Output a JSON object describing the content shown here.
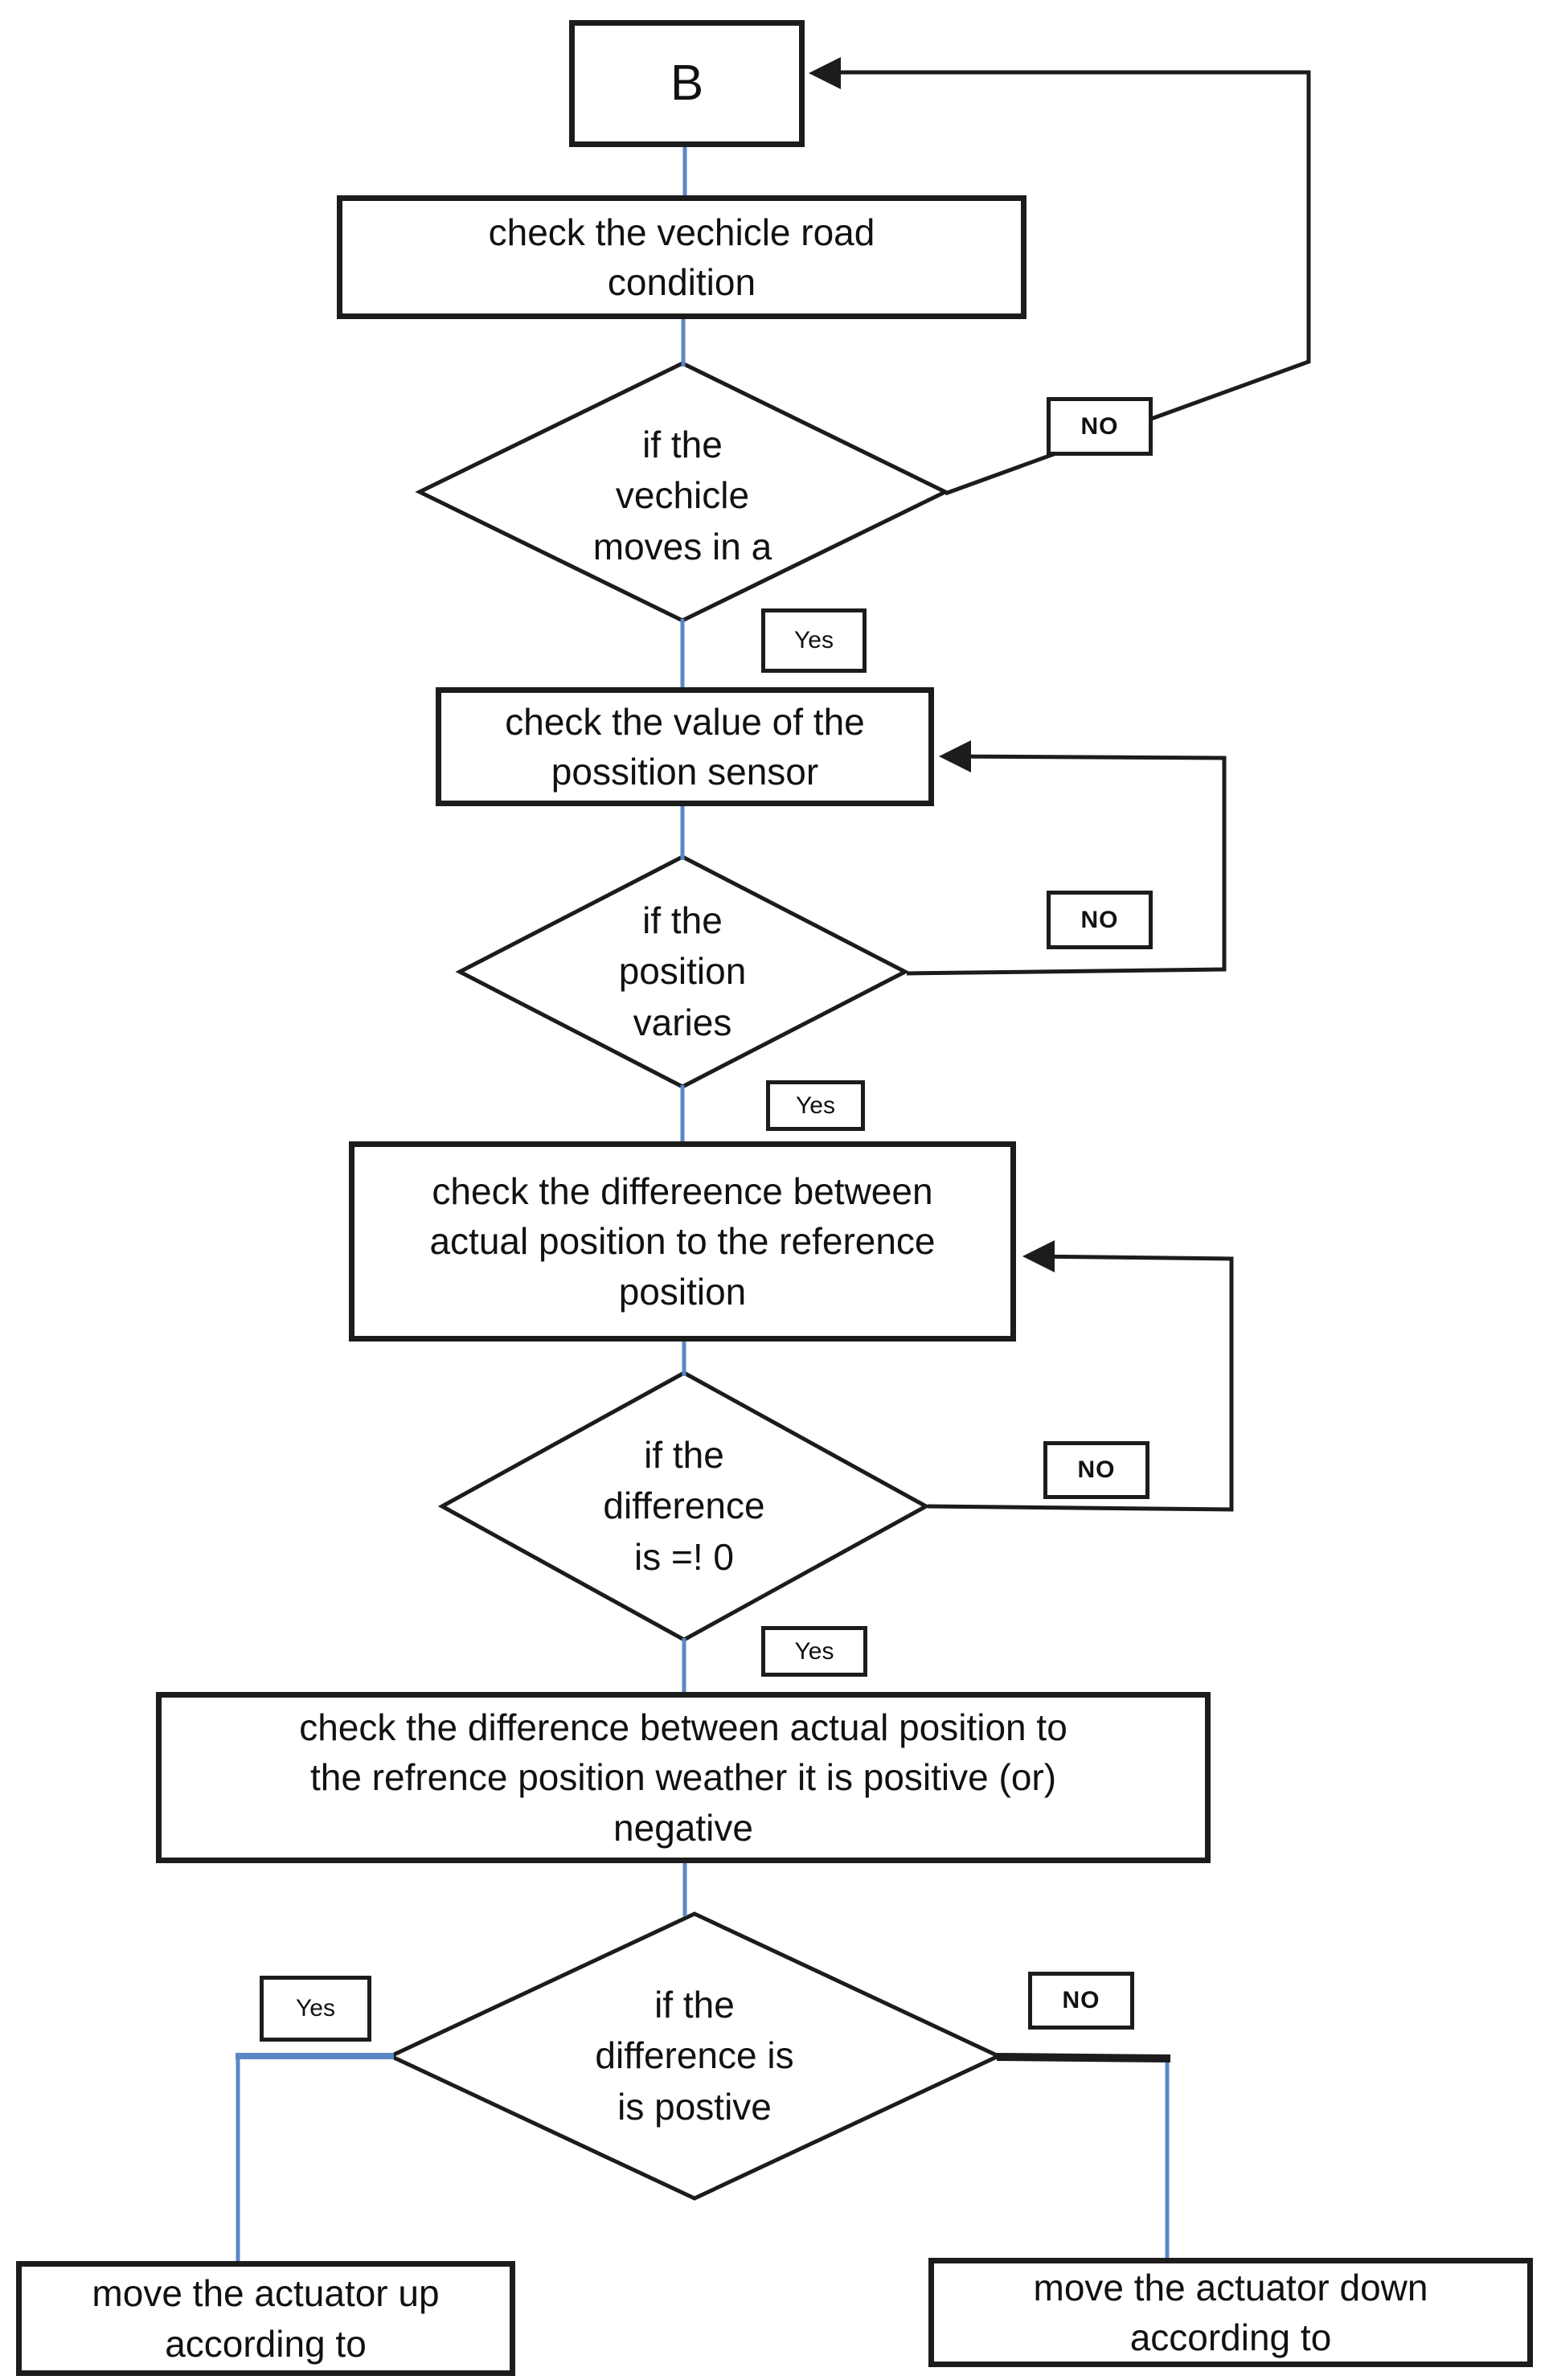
{
  "page": {
    "background": "#ffffff"
  },
  "colors": {
    "connector_blue": "#5b87c5",
    "line_black": "#1c1c1c"
  },
  "nodes": {
    "start": "B",
    "check_road": "check the vechicle road\ncondition",
    "dec_moves": "if the\nvechicle\nmoves in a",
    "check_sensor": "check the value of the\npossition sensor",
    "dec_varies": "if the\nposition\nvaries",
    "check_difference": "check the differeence between\nactual position to the reference\nposition",
    "dec_not_zero": "if the\ndifference\nis =! 0",
    "check_sign": "check the difference between actual position to\nthe refrence position weather it is positive (or)\nnegative",
    "dec_positive": "if the\ndifference is\nis postive",
    "move_up": "move the actuator up\naccording to",
    "move_down": "move the actuator down\naccording to"
  },
  "labels": {
    "no1": "NO",
    "yes1": "Yes",
    "no2": "NO",
    "yes2": "Yes",
    "no3": "NO",
    "yes3": "Yes",
    "yes4": "Yes",
    "no4": "NO"
  }
}
